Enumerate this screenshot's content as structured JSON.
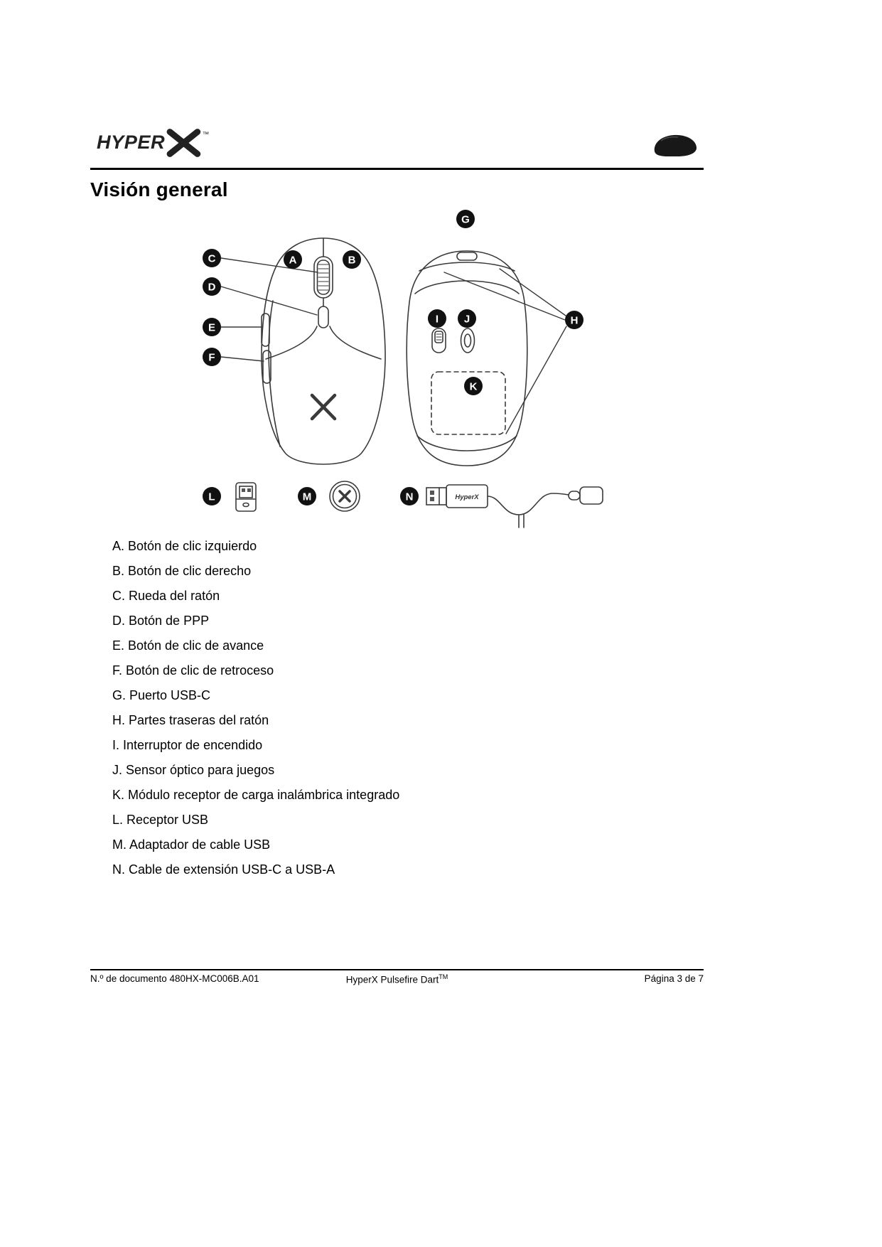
{
  "header": {
    "brand": "HYPER",
    "brand_x": "X",
    "brand_tm": "™"
  },
  "title": "Visión general",
  "callouts": {
    "a": "A",
    "b": "B",
    "c": "C",
    "d": "D",
    "e": "E",
    "f": "F",
    "g": "G",
    "h": "H",
    "i": "I",
    "j": "J",
    "k": "K",
    "l": "L",
    "m": "M",
    "n": "N"
  },
  "diagram": {
    "cable_label": "HyperX"
  },
  "parts": {
    "items": [
      "A. Botón de clic izquierdo",
      "B. Botón de clic derecho",
      "C. Rueda del ratón",
      "D. Botón de PPP",
      "E. Botón de clic de avance",
      "F. Botón de clic de retroceso",
      "G. Puerto USB-C",
      "H. Partes traseras del ratón",
      "I. Interruptor de encendido",
      "J. Sensor óptico para juegos",
      "K. Módulo receptor de carga inalámbrica integrado",
      "L. Receptor USB",
      "M. Adaptador de cable USB",
      "N. Cable de extensión USB-C a USB-A"
    ]
  },
  "footer": {
    "doc_number": "N.º de documento 480HX-MC006B.A01",
    "product": "HyperX Pulsefire Dart",
    "product_tm": "TM",
    "page_info": "Página 3 de 7"
  },
  "colors": {
    "line_art": "#3a3a3a",
    "badge": "#111111",
    "text": "#000000"
  }
}
